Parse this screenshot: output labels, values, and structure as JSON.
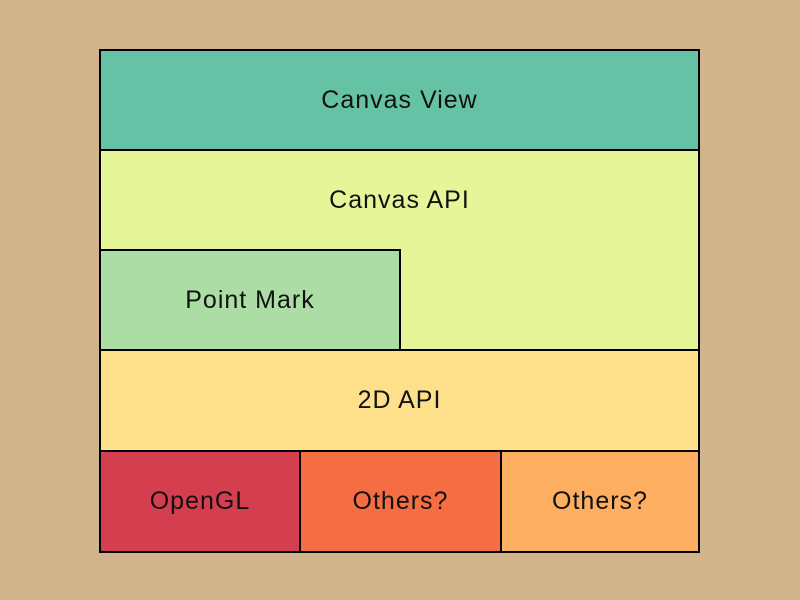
{
  "diagram": {
    "background_color": "#d2b48c",
    "border_color": "#000000",
    "text_color": "#111111",
    "layers": {
      "canvas_view": {
        "label": "Canvas View",
        "color": "#66c2a5"
      },
      "canvas_api": {
        "label": "Canvas API",
        "color": "#e6f598"
      },
      "point_mark": {
        "label": "Point Mark",
        "color": "#abdda4"
      },
      "two_d_api": {
        "label": "2D API",
        "color": "#fee08b"
      },
      "opengl": {
        "label": "OpenGL",
        "color": "#d53e4f"
      },
      "others_mid": {
        "label": "Others?",
        "color": "#f46d43"
      },
      "others_right": {
        "label": "Others?",
        "color": "#fdae61"
      }
    }
  }
}
